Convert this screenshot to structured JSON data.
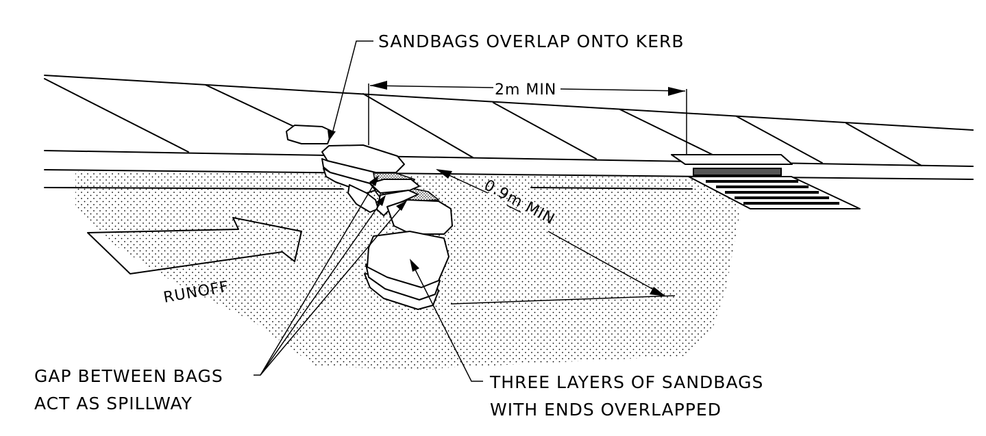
{
  "diagram": {
    "labels": {
      "kerb_overlap": "SANDBAGS OVERLAP ONTO KERB",
      "min_length": "2m MIN",
      "min_width": "0.9m MIN",
      "runoff": "RUNOFF",
      "gap_line1": "GAP BETWEEN BAGS",
      "gap_line2": "ACT AS SPILLWAY",
      "layers_line1": "THREE LAYERS OF SANDBAGS",
      "layers_line2": "WITH ENDS OVERLAPPED"
    },
    "colors": {
      "line": "#000000",
      "background": "#ffffff",
      "grate": "#555555"
    }
  }
}
